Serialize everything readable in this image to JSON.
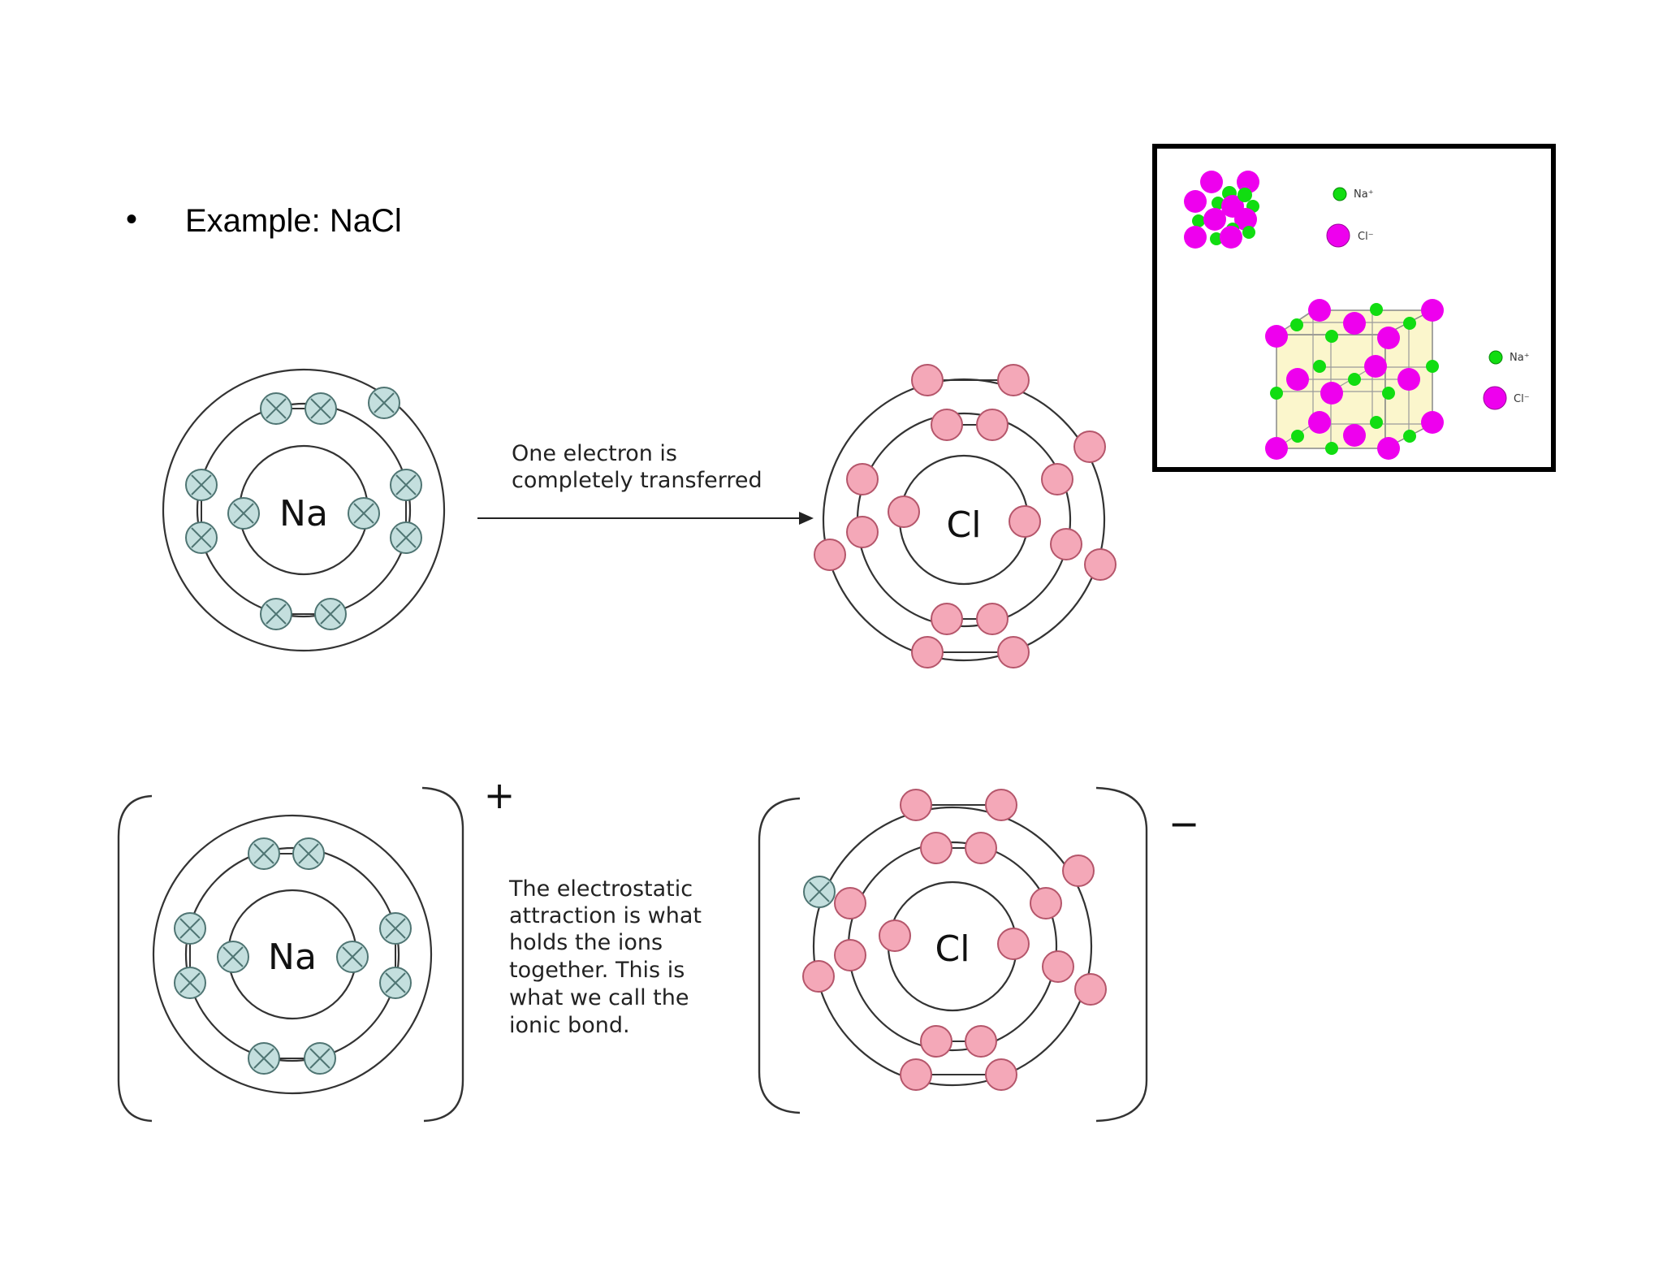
{
  "bullet": {
    "symbol": "•",
    "text": "Example: NaCl"
  },
  "transfer_text": [
    "One electron is",
    "completely transferred"
  ],
  "bond_text": [
    "The electrostatic",
    "attraction is what",
    "holds the ions",
    "together. This is",
    "what we call the",
    "ionic bond."
  ],
  "atoms": {
    "na_symbol": "Na",
    "cl_symbol": "Cl"
  },
  "charges": {
    "na_ion": "+",
    "cl_ion": "−"
  },
  "lattice_inset": {
    "legend_top": {
      "na": "Na⁺",
      "cl": "Cl⁻"
    },
    "legend_bottom": {
      "na": "Na⁺",
      "cl": "Cl⁻"
    }
  },
  "colors": {
    "na_electron_fill": "#c4dfde",
    "na_electron_stroke": "#4f7573",
    "cl_electron_fill": "#f4a8b8",
    "cl_electron_stroke": "#b5566b",
    "na_ion_color": "#11dd11",
    "cl_ion_color": "#ee00ee",
    "lattice_face": "#fbf6cc"
  }
}
